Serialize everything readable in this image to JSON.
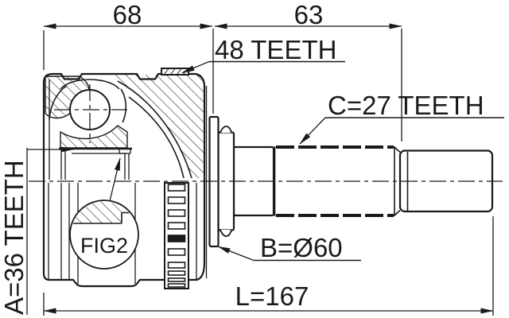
{
  "drawing": {
    "dim_top_left": "68",
    "dim_top_right": "63",
    "label_abs_ring": "48 TEETH",
    "label_outer_spline": "C=27 TEETH",
    "label_inner_spline": "A=36 TEETH",
    "label_diameter": "B=Ø60",
    "dim_overall_length": "L=167",
    "label_detail": "FIG2",
    "colors": {
      "line": "#1a1a1a",
      "background": "#ffffff"
    }
  }
}
